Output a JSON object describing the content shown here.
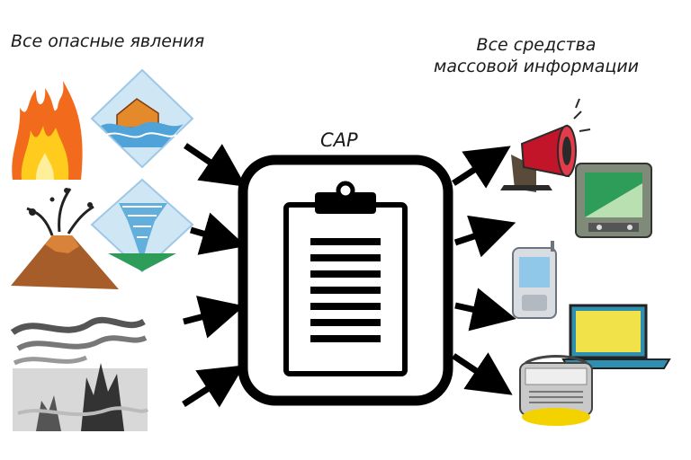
{
  "left_title": "Все опасные явления",
  "right_title_line1": "Все средства",
  "right_title_line2": "массовой информации",
  "center_title": "CAP",
  "hazards": [
    "fire-icon",
    "flood-icon",
    "volcano-icon",
    "tornado-icon",
    "smoke-icon"
  ],
  "media": [
    "loudspeaker-icon",
    "television-icon",
    "mobile-phone-icon",
    "laptop-icon",
    "radio-icon"
  ],
  "colors": {
    "fire": "#f26a1b",
    "water": "#4fa3d8",
    "diamond": "#cfe6f5",
    "volcano": "#a65d2a",
    "laptop_screen": "#2e8fb0",
    "tv_screen": "#2f9d5a",
    "radio": "#f4d200",
    "ink": "#000000"
  }
}
